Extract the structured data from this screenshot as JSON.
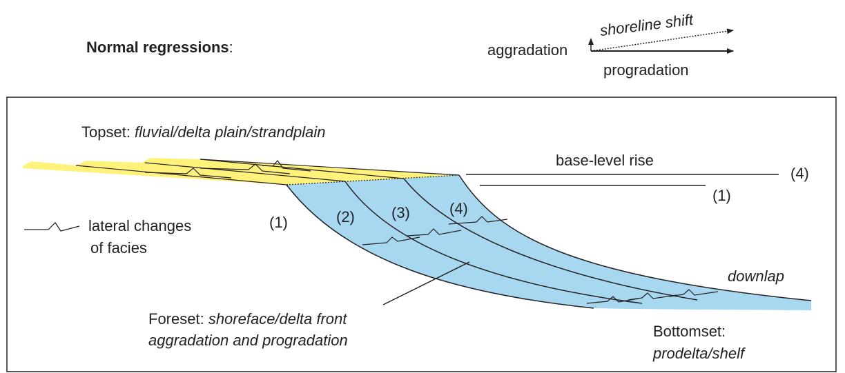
{
  "header": {
    "title_bold": "Normal regressions",
    "title_colon": ":"
  },
  "legend": {
    "aggradation": "aggradation",
    "shoreline_shift": "shoreline shift",
    "progradation": "progradation"
  },
  "topset": {
    "prefix": "Topset: ",
    "description": "fluvial/delta plain/strandplain"
  },
  "base_level": {
    "label": "base-level rise",
    "level_4": "(4)",
    "level_1": "(1)"
  },
  "clinoforms": {
    "c1": "(1)",
    "c2": "(2)",
    "c3": "(3)",
    "c4": "(4)"
  },
  "facies_key": {
    "line1": "lateral changes",
    "line2": "of facies"
  },
  "foreset": {
    "prefix": "Foreset: ",
    "description": "shoreface/delta front",
    "line2": "aggradation and progradation"
  },
  "downlap": "downlap",
  "bottomset": {
    "prefix": "Bottomset:",
    "description": "prodelta/shelf"
  },
  "colors": {
    "topset_fill": "#fff27a",
    "foreset_fill": "#a8d8f0",
    "line": "#231f20"
  }
}
